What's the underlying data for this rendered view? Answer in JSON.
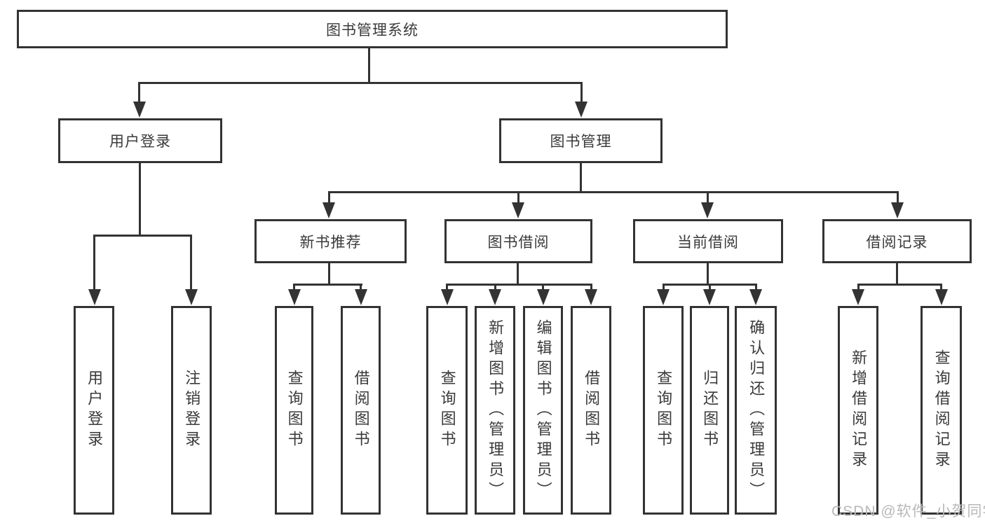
{
  "root": {
    "label": "图书管理系统"
  },
  "level1": [
    {
      "label": "用户登录"
    },
    {
      "label": "图书管理"
    }
  ],
  "level2": [
    {
      "label": "新书推荐"
    },
    {
      "label": "图书借阅"
    },
    {
      "label": "当前借阅"
    },
    {
      "label": "借阅记录"
    }
  ],
  "leaves": {
    "user_login": [
      {
        "label": "用户登录"
      },
      {
        "label": "注销登录"
      }
    ],
    "new_book_recommend": [
      {
        "label": "查询图书"
      },
      {
        "label": "借阅图书"
      }
    ],
    "book_borrow": [
      {
        "label": "查询图书"
      },
      {
        "label": "新增图书（管理员）"
      },
      {
        "label": "编辑图书（管理员）"
      },
      {
        "label": "借阅图书"
      }
    ],
    "current_borrow": [
      {
        "label": "查询图书"
      },
      {
        "label": "归还图书"
      },
      {
        "label": "确认归还（管理员）"
      }
    ],
    "borrow_records": [
      {
        "label": "新增借阅记录"
      },
      {
        "label": "查询借阅记录"
      }
    ]
  },
  "watermark": {
    "text": "CSDN @软件_小贺同学"
  },
  "colors": {
    "line": "#333333",
    "text": "#3a3a3a",
    "watermark": "#b8b8b8",
    "background": "#ffffff"
  }
}
